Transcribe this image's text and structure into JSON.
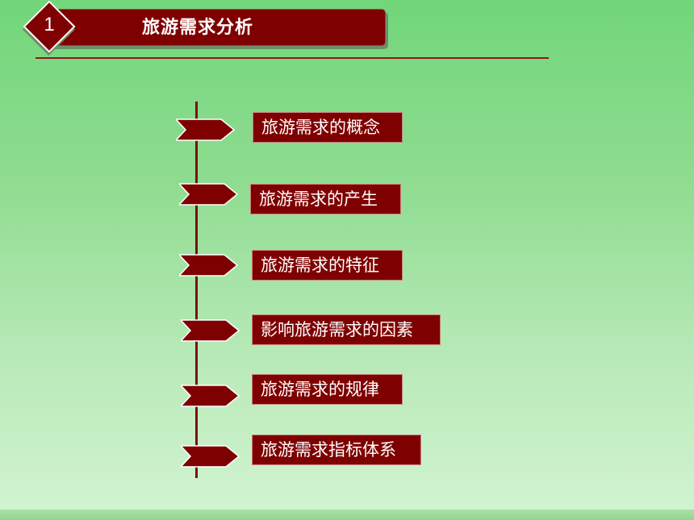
{
  "header": {
    "number": "1",
    "title": "旅游需求分析"
  },
  "items": [
    {
      "label": "旅游需求的概念"
    },
    {
      "label": "旅游需求的产生"
    },
    {
      "label": "旅游需求的特征"
    },
    {
      "label": "影响旅游需求的因素"
    },
    {
      "label": "旅游需求的规律"
    },
    {
      "label": "旅游需求指标体系"
    }
  ],
  "colors": {
    "accent": "#7f0000",
    "background_top": "#72d67a",
    "background_bottom": "#d3f4d2"
  }
}
